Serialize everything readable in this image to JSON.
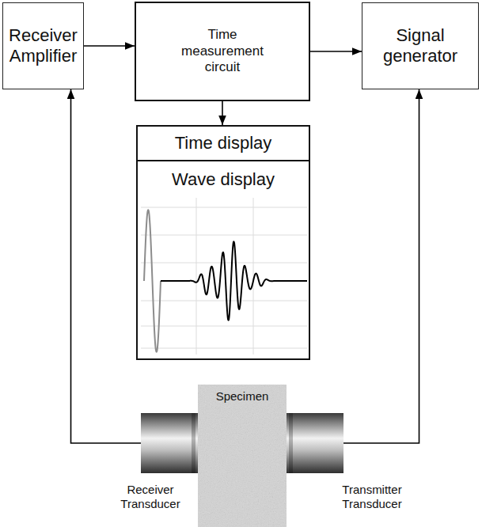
{
  "diagram": {
    "nodes": [
      {
        "text": [
          "Receiver Amplifier"
        ]
      },
      {
        "text": [
          "Time measurement circuit"
        ]
      },
      {
        "text": [
          "Signal generator"
        ]
      },
      {
        "text": [
          "Time display"
        ]
      },
      {
        "text": [
          "Wave display"
        ]
      },
      {
        "text": [
          "Receiver Transducer"
        ]
      },
      {
        "text": [
          "Specimen"
        ]
      },
      {
        "text": [
          "Transmitter Transducer"
        ]
      }
    ],
    "edges": [
      {
        "from": 0,
        "to": 1,
        "arrow": "to"
      },
      {
        "from": 1,
        "to": 2,
        "arrow": "to"
      },
      {
        "from": 1,
        "to": 3,
        "arrow": "to"
      },
      {
        "from": 5,
        "to": 0,
        "arrow": "to"
      },
      {
        "from": 7,
        "to": 2,
        "arrow": "to"
      }
    ]
  }
}
